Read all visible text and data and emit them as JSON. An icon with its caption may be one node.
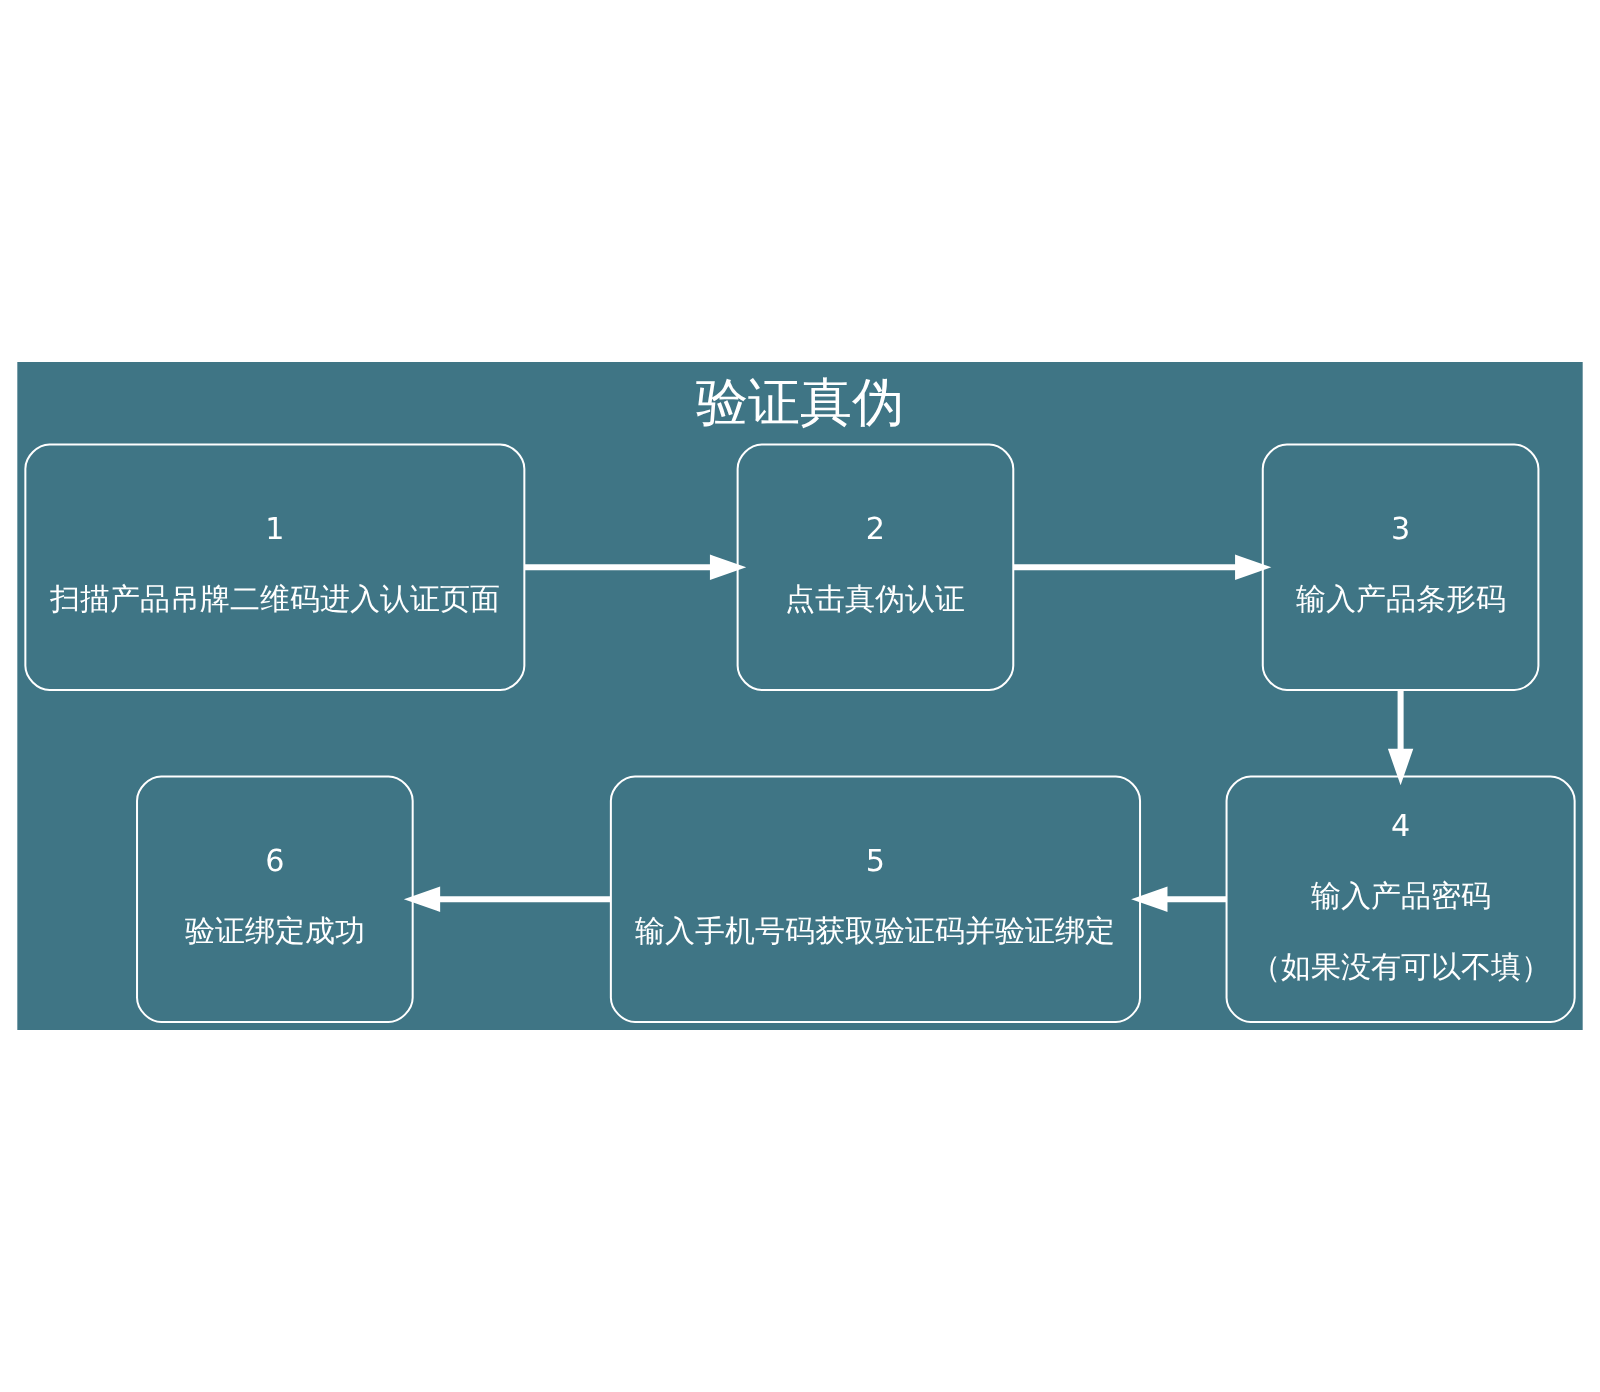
{
  "diagram": {
    "title": "验证真伪",
    "nodes": [
      {
        "text": [
          "1",
          "扫描产品吊牌二维码进入认证页面"
        ]
      },
      {
        "text": [
          "2",
          "点击真伪认证"
        ]
      },
      {
        "text": [
          "3",
          "输入产品条形码"
        ]
      },
      {
        "text": [
          "4",
          "输入产品密码",
          "（如果没有可以不填）"
        ]
      },
      {
        "text": [
          "5",
          "输入手机号码获取验证码并验证绑定"
        ]
      },
      {
        "text": [
          "6",
          "验证绑定成功"
        ]
      }
    ],
    "edges": [
      {
        "from": 0,
        "to": 1,
        "arrow": "to"
      },
      {
        "from": 1,
        "to": 2,
        "arrow": "to"
      },
      {
        "from": 2,
        "to": 3,
        "arrow": "to"
      },
      {
        "from": 3,
        "to": 4,
        "arrow": "to"
      },
      {
        "from": 4,
        "to": 5,
        "arrow": "to"
      }
    ]
  }
}
